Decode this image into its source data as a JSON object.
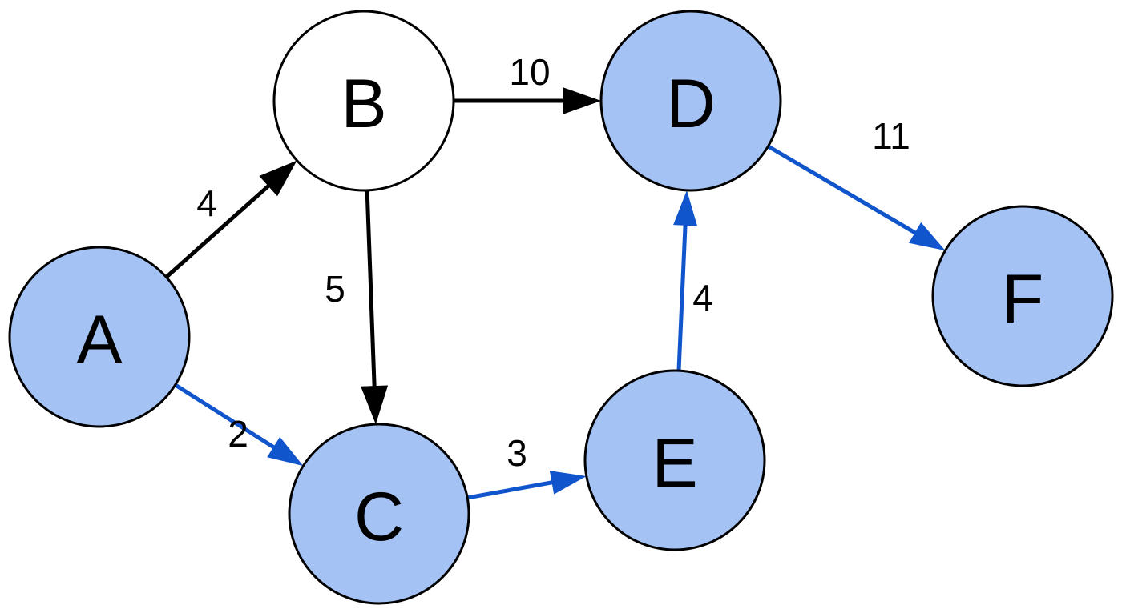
{
  "colors": {
    "highlight_fill": "#a4c2f4",
    "plain_fill": "#ffffff",
    "highlight_edge": "#1155cc",
    "plain_edge": "#000000",
    "outline": "#000000"
  },
  "nodes": [
    {
      "id": "A",
      "label": "A",
      "highlighted": true
    },
    {
      "id": "B",
      "label": "B",
      "highlighted": false
    },
    {
      "id": "C",
      "label": "C",
      "highlighted": true
    },
    {
      "id": "D",
      "label": "D",
      "highlighted": true
    },
    {
      "id": "E",
      "label": "E",
      "highlighted": true
    },
    {
      "id": "F",
      "label": "F",
      "highlighted": true
    }
  ],
  "edges": [
    {
      "from": "A",
      "to": "B",
      "weight": "4",
      "highlighted": false
    },
    {
      "from": "A",
      "to": "C",
      "weight": "2",
      "highlighted": true
    },
    {
      "from": "B",
      "to": "C",
      "weight": "5",
      "highlighted": false
    },
    {
      "from": "B",
      "to": "D",
      "weight": "10",
      "highlighted": false
    },
    {
      "from": "C",
      "to": "E",
      "weight": "3",
      "highlighted": true
    },
    {
      "from": "E",
      "to": "D",
      "weight": "4",
      "highlighted": true
    },
    {
      "from": "D",
      "to": "F",
      "weight": "11",
      "highlighted": true
    }
  ]
}
